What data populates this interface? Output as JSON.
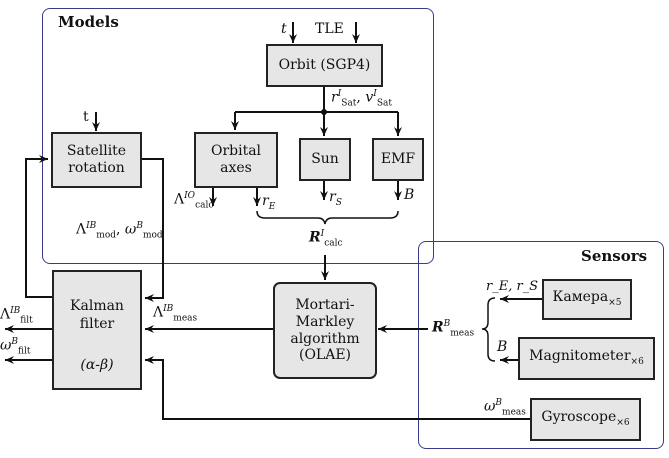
{
  "groups": {
    "models": {
      "title": "Models"
    },
    "sensors": {
      "title": "Sensors"
    }
  },
  "inputs": {
    "t_orbit": "t",
    "tle": "TLE",
    "t_rotation": "t"
  },
  "blocks": {
    "orbit": "Orbit (SGP4)",
    "satellite_rotation": [
      "Satellite",
      "rotation"
    ],
    "orbital_axes": [
      "Orbital",
      "axes"
    ],
    "sun": "Sun",
    "emf": "EMF",
    "kalman": [
      "Kalman",
      "filter",
      "(α-β)"
    ],
    "olae": [
      "Mortari-",
      "Markley",
      "algorithm",
      "(OLAE)"
    ],
    "camera": {
      "name": "Камера",
      "count": "×5"
    },
    "magnetometer": {
      "name": "Magnitometer",
      "count": "×6"
    },
    "gyroscope": {
      "name": "Gyroscope",
      "count": "×6"
    }
  },
  "signals": {
    "r_sat": {
      "base": "r",
      "sup": "I",
      "sub": "Sat"
    },
    "v_sat": {
      "base": "v",
      "sup": "I",
      "sub": "Sat"
    },
    "lambda_calc": {
      "base": "Λ",
      "sup": "IO",
      "sub": "calc"
    },
    "r_E": {
      "base": "r",
      "sub": "E"
    },
    "r_S": {
      "base": "r",
      "sub": "S"
    },
    "B": "B",
    "R_calc": {
      "base": "R",
      "sup": "I",
      "sub": "calc"
    },
    "lambda_mod": {
      "base": "Λ",
      "sup": "IB",
      "sub": "mod"
    },
    "omega_mod": {
      "base": "ω",
      "sup": "B",
      "sub": "mod"
    },
    "lambda_meas": {
      "base": "Λ",
      "sup": "IB",
      "sub": "meas"
    },
    "lambda_filt": {
      "base": "Λ",
      "sup": "IB",
      "sub": "filt"
    },
    "omega_filt": {
      "base": "ω",
      "sup": "B",
      "sub": "filt"
    },
    "R_meas": {
      "base": "R",
      "sup": "B",
      "sub": "meas"
    },
    "rE_rS_meas": "r_E, r_S",
    "B_meas": "B",
    "omega_meas": {
      "base": "ω",
      "sup": "B",
      "sub": "meas"
    }
  },
  "colors": {
    "group_border": "#3b3a8a",
    "block_fill": "#e6e6e6",
    "line": "#111111"
  }
}
